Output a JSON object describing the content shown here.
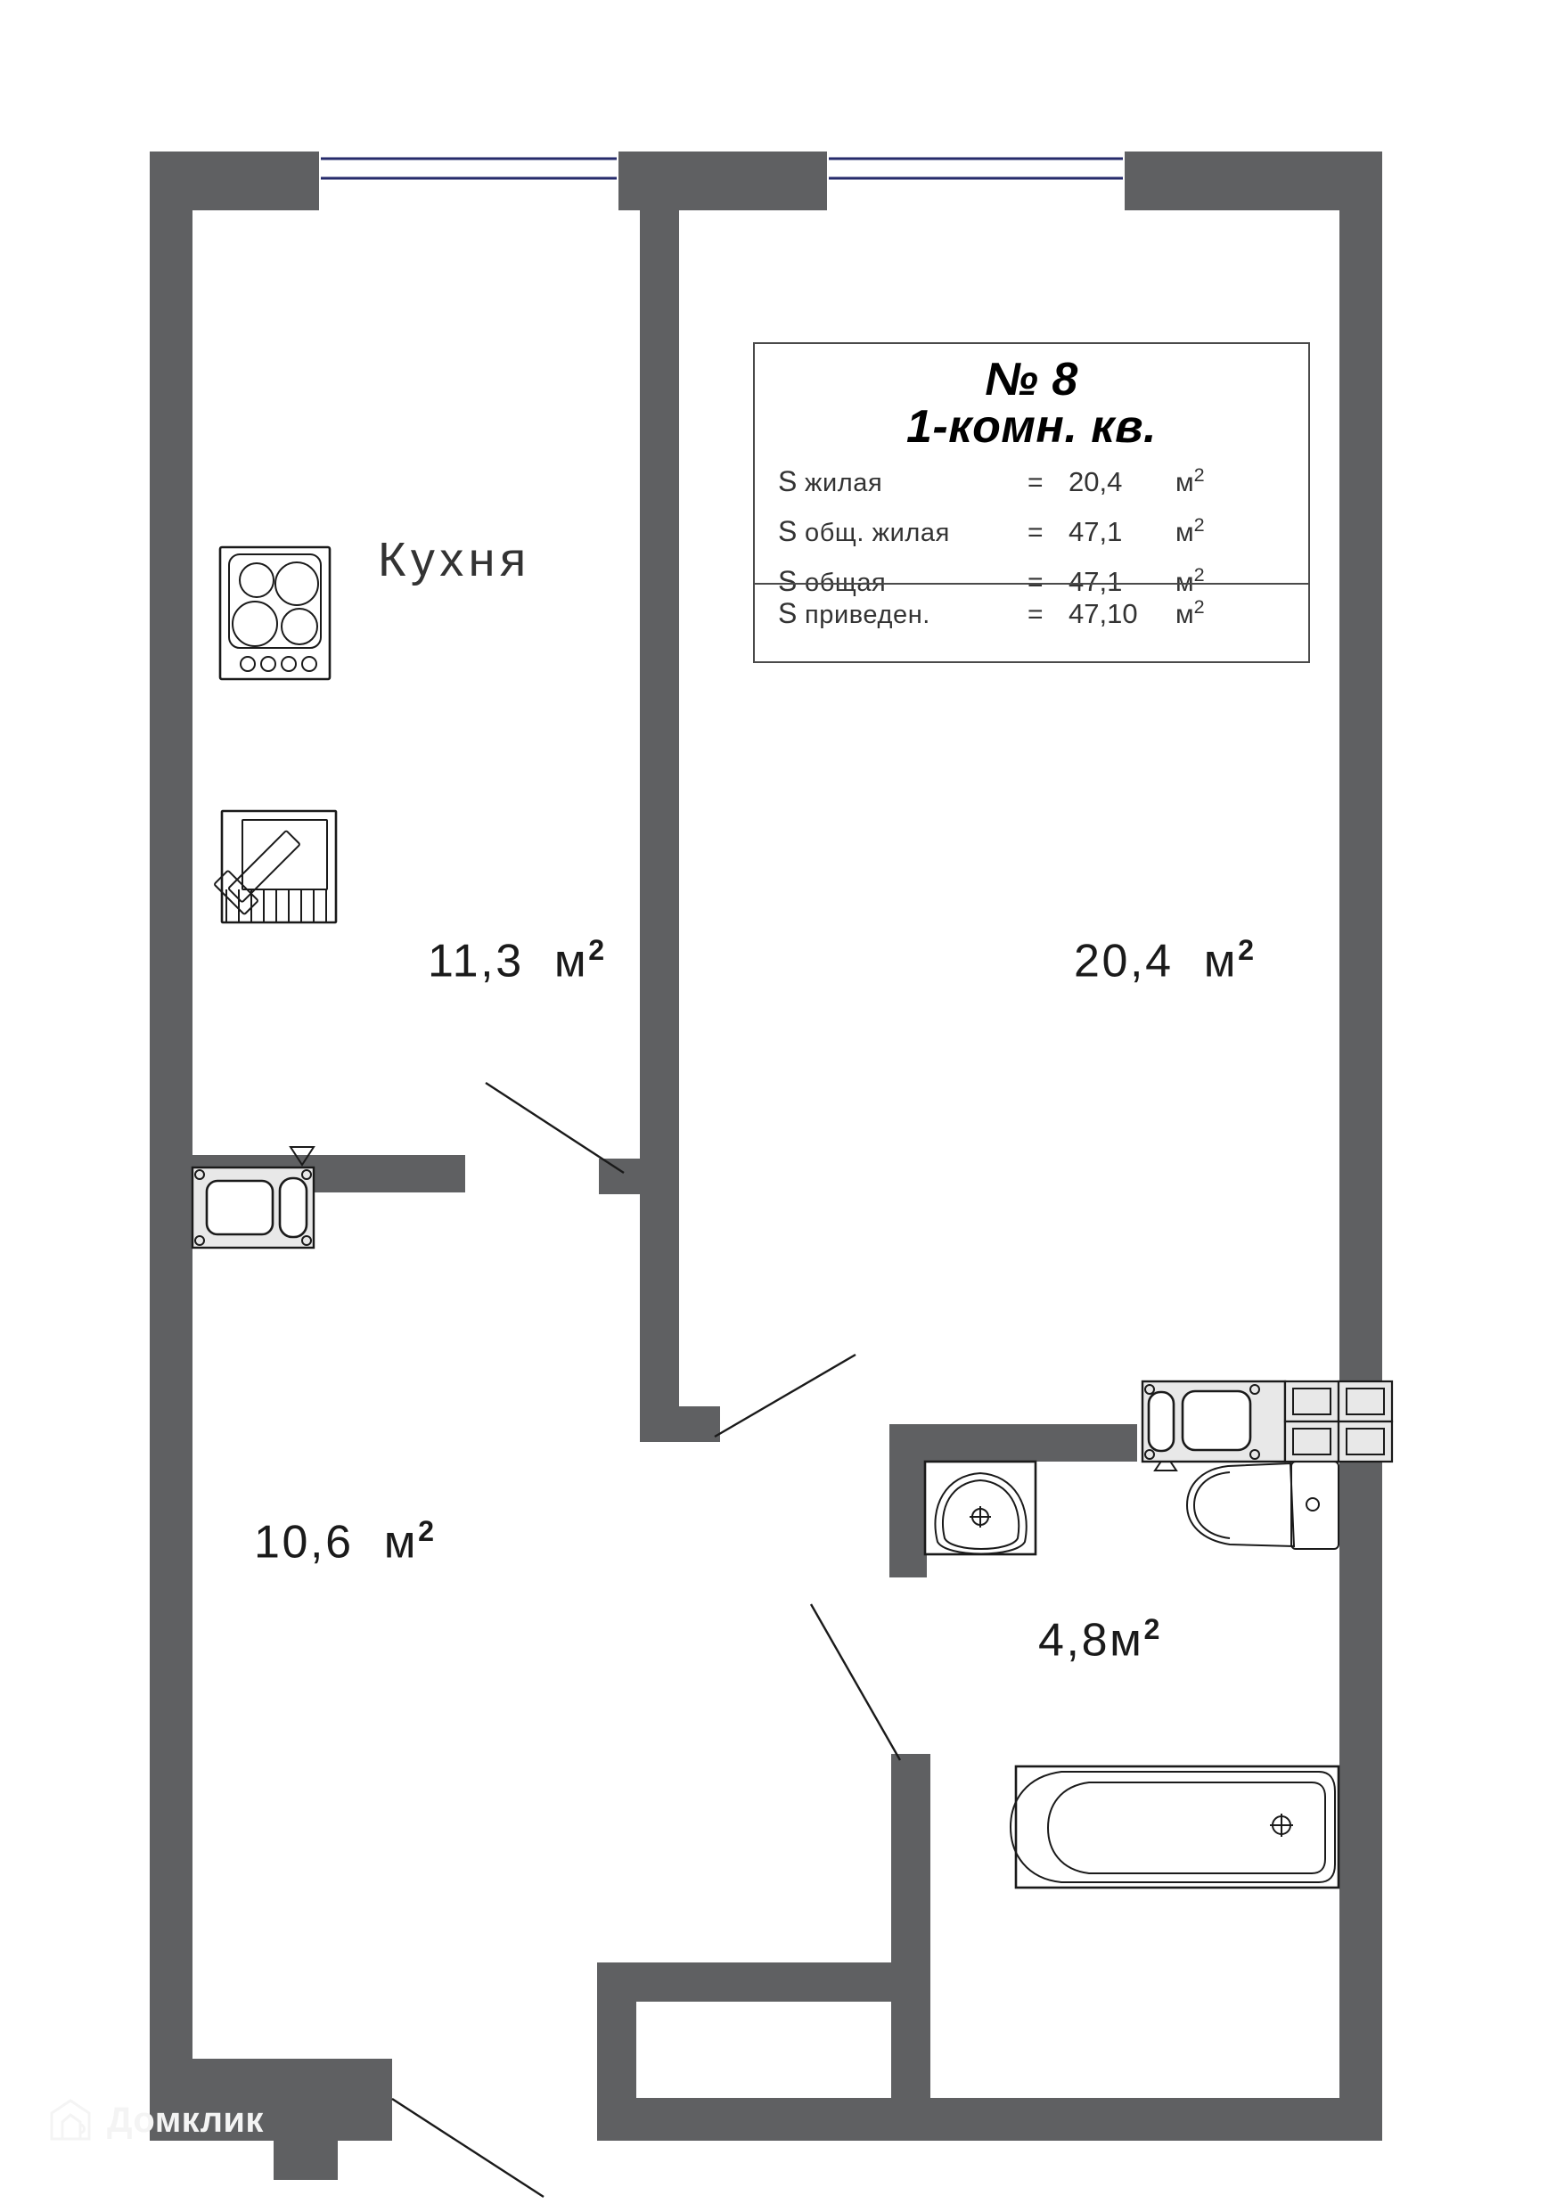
{
  "plan": {
    "info_box": {
      "number": "№ 8",
      "type": "1-комн. кв.",
      "rows": [
        {
          "symbol": "S",
          "name": "жилая",
          "eq": "=",
          "value": "20,4",
          "unit": "м",
          "sup": "2"
        },
        {
          "symbol": "S",
          "name": "общ. жилая",
          "eq": "=",
          "value": "47,1",
          "unit": "м",
          "sup": "2"
        },
        {
          "symbol": "S",
          "name": "общая",
          "eq": "=",
          "value": "47,1",
          "unit": "м",
          "sup": "2"
        }
      ],
      "total_row": {
        "symbol": "S",
        "name": "приведен.",
        "eq": "=",
        "value": "47,10",
        "unit": "м",
        "sup": "2"
      }
    },
    "rooms": [
      {
        "name": "Кухня",
        "area": "11,3",
        "unit": "м",
        "sup": "2"
      },
      {
        "name": "",
        "area": "20,4",
        "unit": "м",
        "sup": "2"
      },
      {
        "name": "",
        "area": "10,6",
        "unit": "м",
        "sup": "2"
      },
      {
        "name": "",
        "area": "4,8",
        "unit": "м",
        "sup": "2"
      }
    ],
    "labels": {
      "kitchen_name": "Кухня",
      "kitchen_area": "11,3",
      "living_area": "20,4",
      "hall_area": "10,6",
      "bath_area": "4,8",
      "unit": "м",
      "sup": "2"
    },
    "watermark": {
      "text": "Домклик"
    },
    "colors": {
      "wall": "#5f6062",
      "window_line": "#262b6b",
      "fixture_stroke": "#1a1a1a",
      "background": "#ffffff",
      "watermark": "#f4f4f4"
    }
  }
}
